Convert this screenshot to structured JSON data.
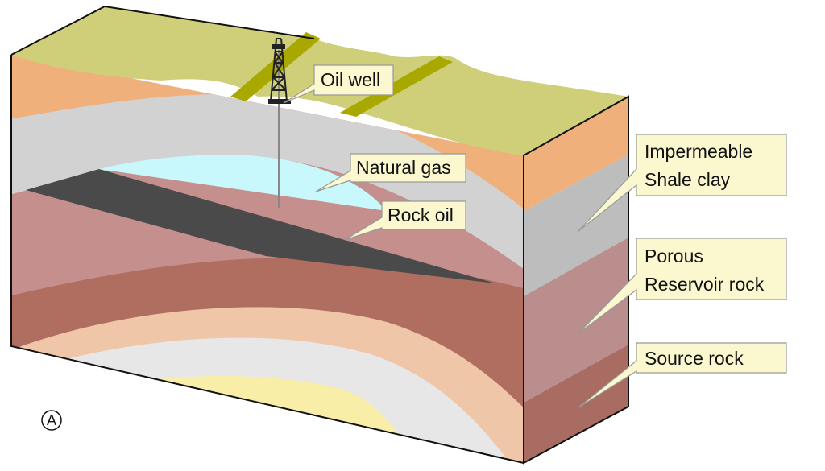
{
  "labels": {
    "oil_well": "Oil well",
    "natural_gas": "Natural gas",
    "rock_oil": "Rock oil",
    "impermeable": [
      "Impermeable",
      "Shale clay"
    ],
    "porous": [
      "Porous",
      "Reservoir rock"
    ],
    "source_rock": "Source rock"
  },
  "badge": "A",
  "colors": {
    "surface": "#cfcf7a",
    "surface_road": "#a9a800",
    "topsoil": "#efb07c",
    "shale": "#d2d2d2",
    "shale_side": "#bdbdbd",
    "gas": "#c8f8fb",
    "oil": "#4a4a4a",
    "reservoir": "#c48f8d",
    "reservoir_side": "#b98e8c",
    "source": "#af6e60",
    "source_side": "#a96c62",
    "band_light": "#efc7a8",
    "band_gray": "#e7e7e7",
    "core": "#f8eea8",
    "callout_fill": "#fbf7cf",
    "callout_stroke": "#999999"
  }
}
